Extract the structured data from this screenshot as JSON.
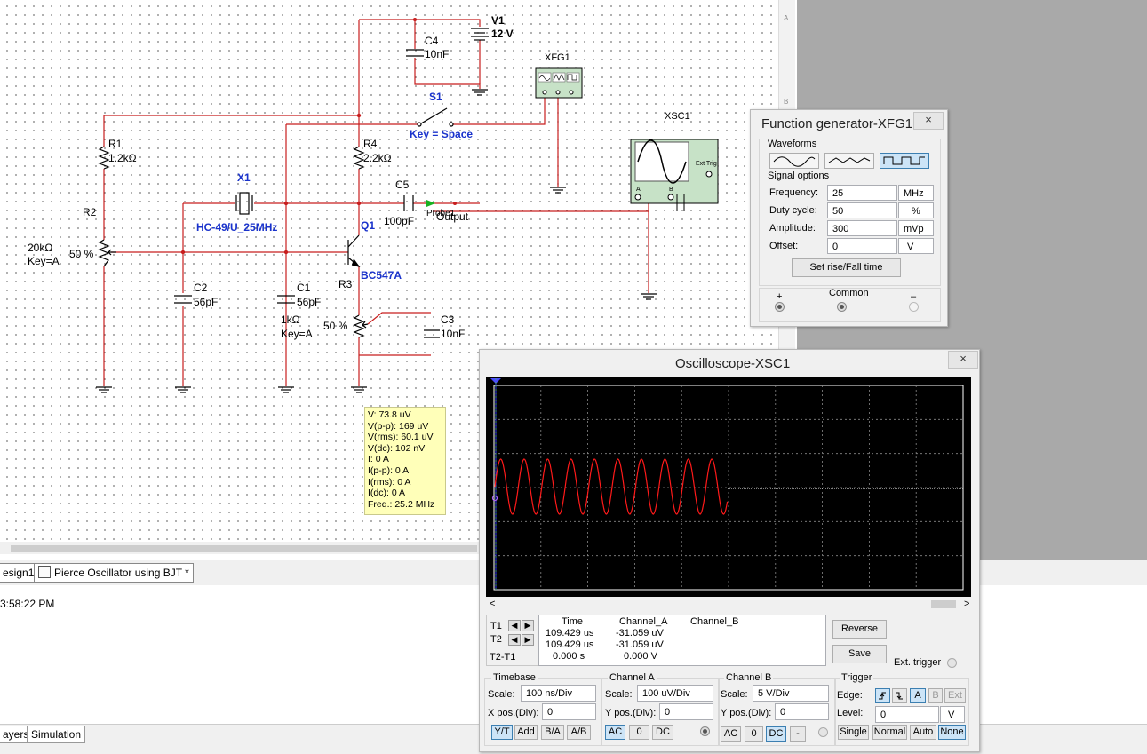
{
  "schematic": {
    "v1": {
      "name": "V1",
      "value": "12 V"
    },
    "c4": {
      "name": "C4",
      "value": "10nF"
    },
    "xfg1": {
      "name": "XFG1"
    },
    "s1": {
      "name": "S1",
      "key": "Key = Space"
    },
    "xsc1": {
      "name": "XSC1"
    },
    "r1": {
      "name": "R1",
      "value": "1.2kΩ"
    },
    "r4": {
      "name": "R4",
      "value": "2.2kΩ"
    },
    "x1": {
      "name": "X1",
      "value": "HC-49/U_25MHz"
    },
    "c5": {
      "name": "C5",
      "value": "100pF"
    },
    "probe_label": "Probe1",
    "output_label": "Output",
    "r2": {
      "name": "R2",
      "value": "20kΩ",
      "key": "Key=A",
      "percent": "50 %"
    },
    "q1": {
      "name": "Q1",
      "value": "BC547A"
    },
    "c2": {
      "name": "C2",
      "value": "56pF"
    },
    "c1": {
      "name": "C1",
      "value": "56pF"
    },
    "r3": {
      "name": "R3",
      "value": "1kΩ",
      "key": "Key=A",
      "percent": "50 %"
    },
    "c3": {
      "name": "C3",
      "value": "10nF"
    },
    "scope_ext_trig": "Ext Trig",
    "scope_a": "A",
    "scope_b": "B"
  },
  "probe_readout": [
    "V: 73.8 uV",
    "V(p-p): 169 uV",
    "V(rms): 60.1 uV",
    "V(dc): 102 nV",
    "I: 0 A",
    "I(p-p): 0 A",
    "I(rms): 0 A",
    "I(dc): 0 A",
    "Freq.: 25.2 MHz"
  ],
  "vscroll_marks": [
    "A",
    "A",
    "B",
    "B"
  ],
  "tabs": {
    "design1": "esign1",
    "pierce": "Pierce Oscillator using BJT *"
  },
  "log_time": "3:58:22 PM",
  "bottom_tabs": {
    "layers": "ayers",
    "simulation": "Simulation"
  },
  "function_generator": {
    "title": "Function generator-XFG1",
    "close": "×",
    "waveforms_label": "Waveforms",
    "signal_options_label": "Signal options",
    "waveform_selected": "square",
    "fields": [
      {
        "label": "Frequency:",
        "value": "25",
        "unit": "MHz"
      },
      {
        "label": "Duty cycle:",
        "value": "50",
        "unit": "%"
      },
      {
        "label": "Amplitude:",
        "value": "300",
        "unit": "mVp"
      },
      {
        "label": "Offset:",
        "value": "0",
        "unit": "V"
      }
    ],
    "rise_fall_button": "Set rise/Fall time",
    "plus": "+",
    "common": "Common",
    "minus": "–"
  },
  "oscilloscope": {
    "title": "Oscilloscope-XSC1",
    "close": "×",
    "trace_color": "#ff1a1a",
    "readout_headers": [
      "Time",
      "Channel_A",
      "Channel_B"
    ],
    "t1": {
      "label": "T1",
      "time": "109.429 us",
      "a": "-31.059 uV",
      "b": ""
    },
    "t2": {
      "label": "T2",
      "time": "109.429 us",
      "a": "-31.059 uV",
      "b": ""
    },
    "t2t1": {
      "label": "T2-T1",
      "time": "0.000 s",
      "a": "0.000 V",
      "b": ""
    },
    "reverse": "Reverse",
    "save": "Save",
    "ext_trigger": "Ext. trigger",
    "timebase": {
      "label": "Timebase",
      "scale_label": "Scale:",
      "scale": "100 ns/Div",
      "xpos_label": "X pos.(Div):",
      "xpos": "0",
      "buttons": [
        "Y/T",
        "Add",
        "B/A",
        "A/B"
      ],
      "selected": "Y/T"
    },
    "channel_a": {
      "label": "Channel A",
      "scale_label": "Scale:",
      "scale": "100 uV/Div",
      "ypos_label": "Y pos.(Div):",
      "ypos": "0",
      "buttons": [
        "AC",
        "0",
        "DC"
      ],
      "selected": "AC"
    },
    "channel_b": {
      "label": "Channel B",
      "scale_label": "Scale:",
      "scale": "5  V/Div",
      "ypos_label": "Y pos.(Div):",
      "ypos": "0",
      "buttons": [
        "AC",
        "0",
        "DC",
        "-"
      ],
      "selected": "DC"
    },
    "trigger": {
      "label": "Trigger",
      "edge_label": "Edge:",
      "edge_buttons": [
        "A",
        "B",
        "Ext"
      ],
      "level_label": "Level:",
      "level": "0",
      "level_unit": "V",
      "mode_buttons": [
        "Single",
        "Normal",
        "Auto",
        "None"
      ],
      "selected_mode": "None"
    }
  }
}
